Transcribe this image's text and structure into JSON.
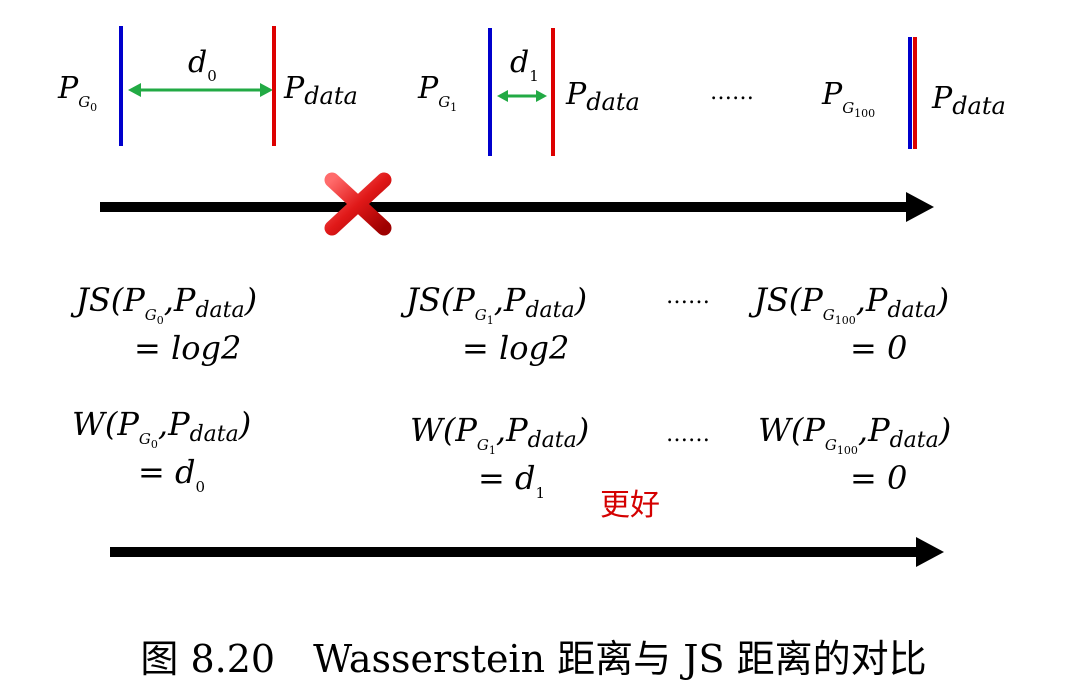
{
  "top": {
    "g0": {
      "p": "P",
      "sub": "G",
      "subsub": "0",
      "d": "d",
      "dsub": "0",
      "pdata": "P",
      "pdata_sub": "data"
    },
    "g1": {
      "p": "P",
      "sub": "G",
      "subsub": "1",
      "d": "d",
      "dsub": "1",
      "pdata": "P",
      "pdata_sub": "data"
    },
    "ellipsis": "……",
    "g100": {
      "p": "P",
      "sub": "G",
      "subsub": "100",
      "pdata": "P",
      "pdata_sub": "data"
    }
  },
  "js": {
    "c0": {
      "line1": "JS(",
      "line1b": ",",
      "line1c": ")",
      "line2": "= log2"
    },
    "c1": {
      "line1": "JS(",
      "line1b": ",",
      "line1c": ")",
      "line2": "= log2"
    },
    "ellipsis": "……",
    "c2": {
      "line1": "JS(",
      "line1b": ",",
      "line1c": ")",
      "line2": "= 0"
    }
  },
  "w": {
    "c0": {
      "line1": "W(",
      "line1b": ",",
      "line1c": ")",
      "line2": "= d",
      "line2sub": "0"
    },
    "c1": {
      "line1": "W(",
      "line1b": ",",
      "line1c": ")",
      "line2": "= d",
      "line2sub": "1"
    },
    "ellipsis": "……",
    "c2": {
      "line1": "W(",
      "line1b": ",",
      "line1c": ")",
      "line2": "= 0"
    }
  },
  "better_label": "更好",
  "caption": "图 8.20　Wasserstein 距离与 JS 距离的对比",
  "colors": {
    "generated": "#0000cc",
    "data": "#dd0000",
    "distance_arrow": "#22aa44",
    "cross": "#d40000",
    "better": "#d40000"
  }
}
